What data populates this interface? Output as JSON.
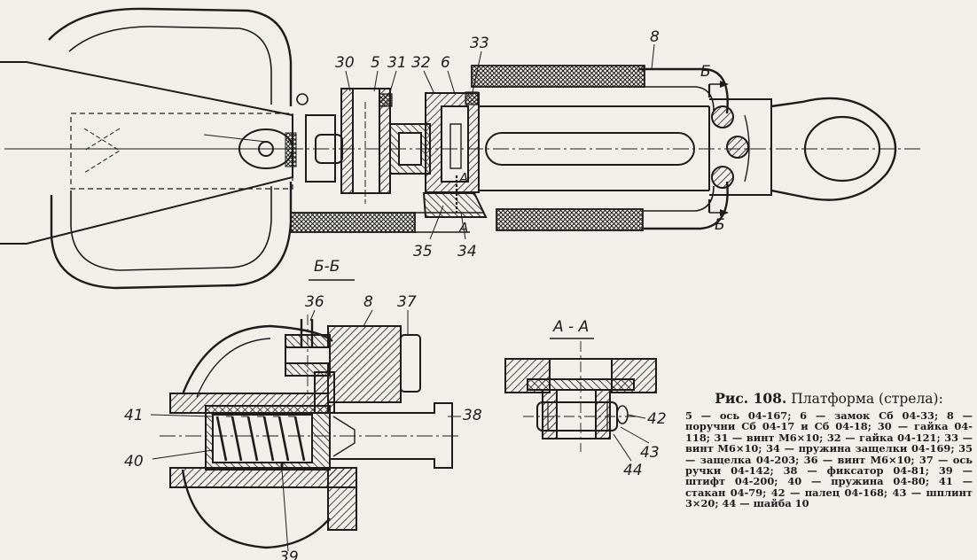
{
  "figure": {
    "number": "Рис. 108.",
    "title": "Платформа (стрела):",
    "legend": "5 — ось 04-167; 6 — замок Сб 04-33; 8 — поручни Сб 04-17 и Сб 04-18; 30 — гайка 04-118; 31 — винт M6×10; 32 — гайка 04-121; 33 — винт M6×10; 34 — пружина защелки 04-169; 35 — защелка 04-203; 36 — винт M6×10; 37 — ось ручки 04-142; 38 — фиксатор 04-81; 39 — штифт 04-200; 40 — пружина 04-80; 41 — стакан 04-79; 42 — палец 04-168; 43 — шплинт 3×20; 44 — шайба 10"
  },
  "sections": {
    "bb": "Б-Б",
    "aa": "А - А"
  },
  "callouts": {
    "c30": "30",
    "c5": "5",
    "c31": "31",
    "c32": "32",
    "c6": "6",
    "c33": "33",
    "c8": "8",
    "c35": "35",
    "c34": "34",
    "cut_b_top": "Б",
    "cut_b_bottom": "Б",
    "cut_a_top": "А",
    "cut_a_bottom": "А",
    "c36": "36",
    "c8b": "8",
    "c37": "37",
    "c38": "38",
    "c41": "41",
    "c40": "40",
    "c39": "39",
    "c42": "42",
    "c43": "43",
    "c44": "44"
  },
  "colors": {
    "ink": "#1c1c1c",
    "paper": "#f1efe9"
  }
}
